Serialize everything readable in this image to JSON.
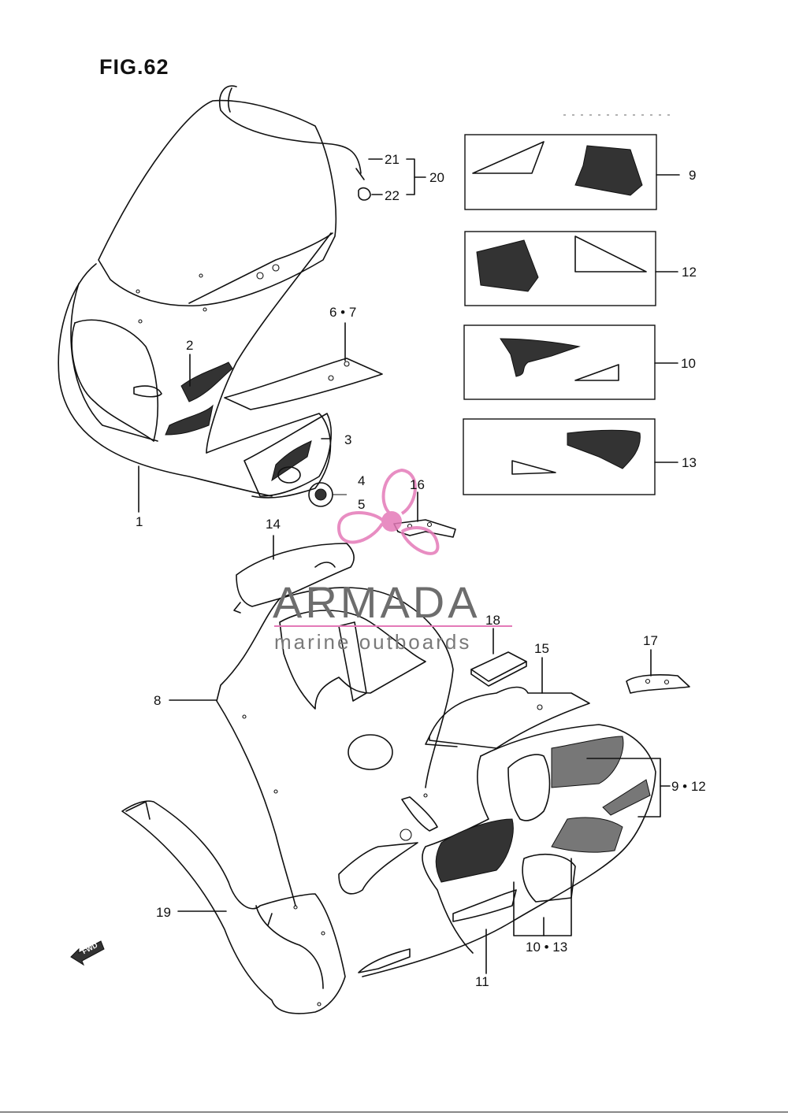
{
  "figure": {
    "title": "FIG.62"
  },
  "callouts": {
    "c1": "1",
    "c2": "2",
    "c3": "3",
    "c4": "4",
    "c5": "5",
    "c67": "6 • 7",
    "c8": "8",
    "c9": "9",
    "c10": "10",
    "c11": "11",
    "c12": "12",
    "c13": "13",
    "c14": "14",
    "c15": "15",
    "c16": "16",
    "c17": "17",
    "c18": "18",
    "c19": "19",
    "c20": "20",
    "c21": "21",
    "c22": "22",
    "c9_12": "9 • 12",
    "c10_13": "10 • 13"
  },
  "direction_marker": {
    "text": "FWD",
    "icon": "forward-arrow-icon"
  },
  "watermark": {
    "brand": "ARMADA",
    "tagline": "marine outboards",
    "icon": "propeller-icon",
    "accent_color": "#e47ab8"
  }
}
